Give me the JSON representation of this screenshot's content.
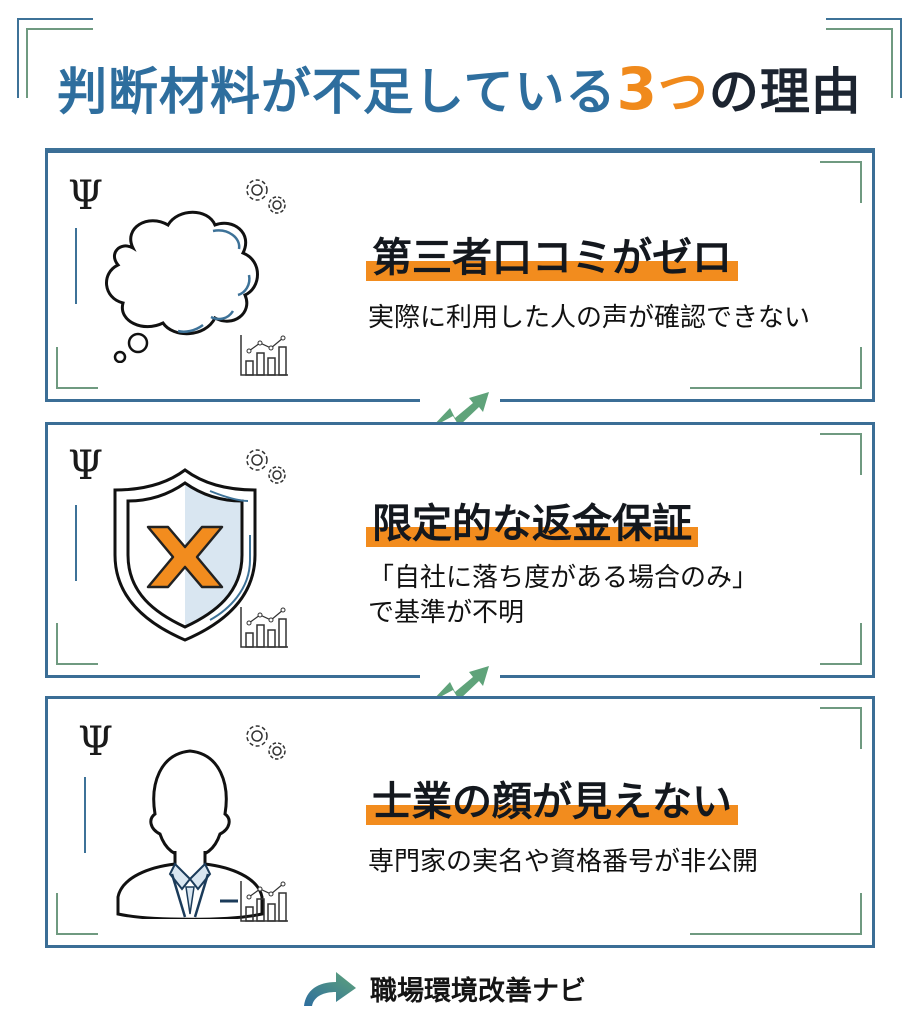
{
  "header": {
    "title_part1": "判断材料が不足している",
    "title_number": "3",
    "title_part2": "つ",
    "title_part3": "の理由"
  },
  "colors": {
    "primary_blue": "#2e6e9e",
    "accent_orange": "#f28c1e",
    "frame_green": "#6f9a80",
    "arrow_green": "#5fa37a",
    "text_dark": "#14181e"
  },
  "reasons": [
    {
      "heading": "第三者口コミがゼロ",
      "description_lines": [
        "実際に利用した人の声が確認できない"
      ],
      "icon": "thought-cloud-icon"
    },
    {
      "heading": "限定的な返金保証",
      "description_lines": [
        "「自社に落ち度がある場合のみ」",
        "で基準が不明"
      ],
      "icon": "shield-x-icon"
    },
    {
      "heading": "士業の顔が見えない",
      "description_lines": [
        "専門家の実名や資格番号が非公開"
      ],
      "icon": "businessperson-icon"
    }
  ],
  "decorations": {
    "psi_symbol": "Ψ",
    "gears_icon": "gears-icon",
    "chart_icon": "bar-chart-icon",
    "connector_icon": "trend-arrow-icon"
  },
  "footer": {
    "brand": "職場環境改善ナビ",
    "logo_icon": "curved-arrow-logo-icon"
  }
}
